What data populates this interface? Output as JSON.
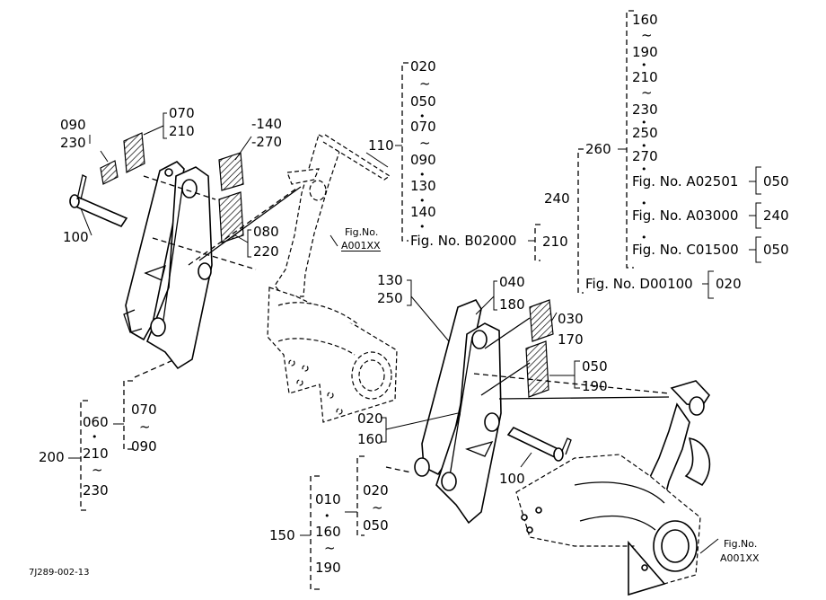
{
  "diagram_code": "7J289-002-13",
  "labels": {
    "l090a": "090",
    "l230a": "230",
    "l070a": "070",
    "l210a": "210",
    "l140a": "-140",
    "l270a": "-270",
    "l100a": "100",
    "l080a": "080",
    "l220a": "220",
    "l110": "110",
    "figA001a_1": "Fig.No.",
    "figA001a_2": "A001XX",
    "b020": "020",
    "b050": "050",
    "b070": "070",
    "b090": "090",
    "b130": "130",
    "b140": "140",
    "figB02000": "Fig. No. B02000",
    "b210": "210",
    "r160": "160",
    "r190": "190",
    "r210": "210",
    "r230": "230",
    "r250": "250",
    "r270": "270",
    "l260": "260",
    "l240": "240",
    "figA02501": "Fig. No. A02501",
    "r050a": "050",
    "figA03000": "Fig. No. A03000",
    "r240": "240",
    "figC01500": "Fig. No. C01500",
    "r050b": "050",
    "figD00100": "Fig. No. D00100",
    "r020": "020",
    "m130": "130",
    "m250": "250",
    "m040": "040",
    "m180": "180",
    "m030": "030",
    "m170": "170",
    "m050": "050",
    "m190": "190",
    "m020": "020",
    "m160": "160",
    "m100": "100",
    "figA001b_1": "Fig.No.",
    "figA001b_2": "A001XX",
    "g060": "060",
    "g070": "070",
    "g090": "090",
    "g200": "200",
    "g210": "210",
    "g230": "230",
    "h010": "010",
    "h020": "020",
    "h050": "050",
    "h150": "150",
    "h160": "160",
    "h190": "190"
  },
  "symbols": {
    "tilde": "~",
    "dot": "•"
  }
}
